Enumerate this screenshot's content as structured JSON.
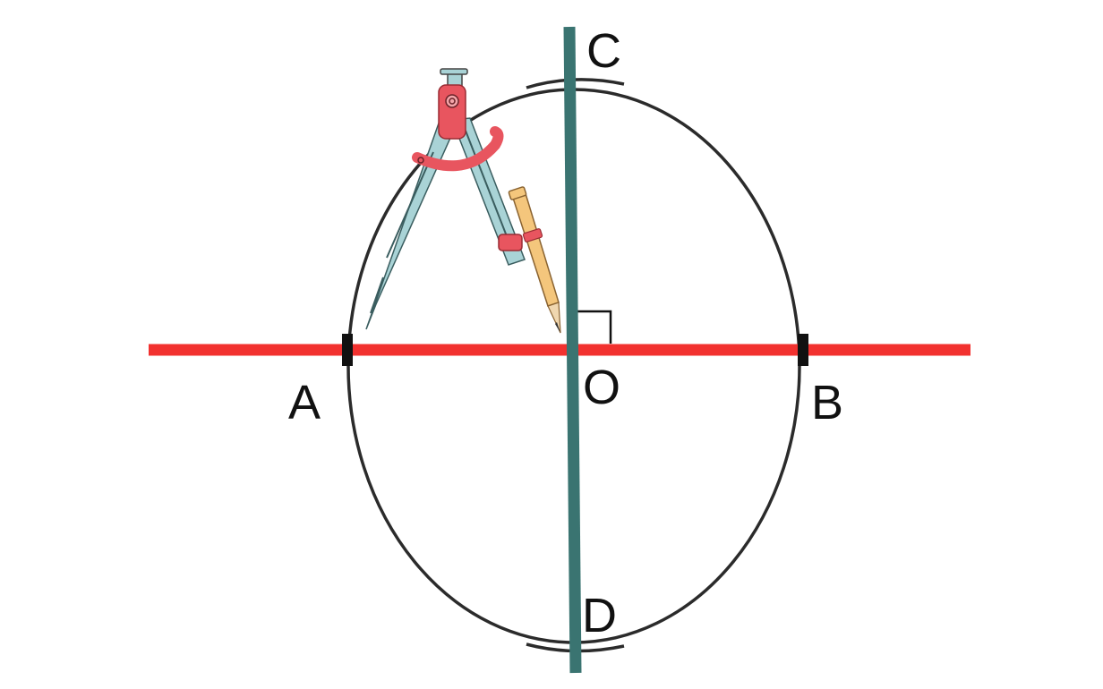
{
  "points": {
    "A": "A",
    "B": "B",
    "C": "C",
    "D": "D",
    "O": "O"
  },
  "colors": {
    "background": "#ffffff",
    "segment_ab": "#f2312f",
    "perpendicular": "#3a7471",
    "arc": "#2b2b2b",
    "endpoint_mark": "#111111",
    "compass_leg": "#a9d3d6",
    "compass_head": "#e8555f",
    "pencil": "#f4c67c"
  },
  "icons": {
    "compass": "drawing-compass-icon",
    "right_angle": "right-angle-marker"
  }
}
